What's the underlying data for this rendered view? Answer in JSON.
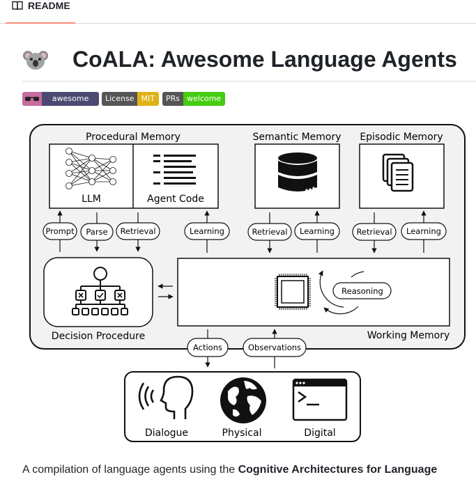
{
  "tab": {
    "icon": "book-icon",
    "label": "README"
  },
  "title": {
    "emoji_icon": "koala-icon",
    "text": "CoALA: Awesome Language Agents"
  },
  "badges": [
    {
      "icon": "sunglasses-icon",
      "left": "",
      "right": "awesome",
      "left_color": "#c86b9f",
      "right_color": "#4c4a72"
    },
    {
      "left": "License",
      "right": "MIT",
      "left_color": "#555555",
      "right_color": "#dfb317"
    },
    {
      "left": "PRs",
      "right": "welcome",
      "left_color": "#555555",
      "right_color": "#4c1"
    }
  ],
  "diagram": {
    "procedural_memory": "Procedural Memory",
    "semantic_memory": "Semantic Memory",
    "episodic_memory": "Episodic Memory",
    "llm": "LLM",
    "agent_code": "Agent Code",
    "pills": {
      "prompt": "Prompt",
      "parse": "Parse",
      "retrieval_proc": "Retrieval",
      "learning_proc": "Learning",
      "retrieval_sem": "Retrieval",
      "learning_sem": "Learning",
      "retrieval_epi": "Retrieval",
      "learning_epi": "Learning",
      "reasoning": "Reasoning",
      "actions": "Actions",
      "observations": "Observations"
    },
    "decision_procedure": "Decision Procedure",
    "working_memory": "Working Memory",
    "environments": {
      "dialogue": "Dialogue",
      "physical": "Physical",
      "digital": "Digital"
    },
    "icons": [
      "neural-network-icon",
      "code-lines-icon",
      "database-icon",
      "documents-icon",
      "decision-tree-icon",
      "chip-icon",
      "speaking-head-icon",
      "globe-icon",
      "terminal-icon"
    ]
  },
  "intro": {
    "prefix": "A compilation of language agents using the ",
    "bold": "Cognitive Architectures for Language"
  }
}
